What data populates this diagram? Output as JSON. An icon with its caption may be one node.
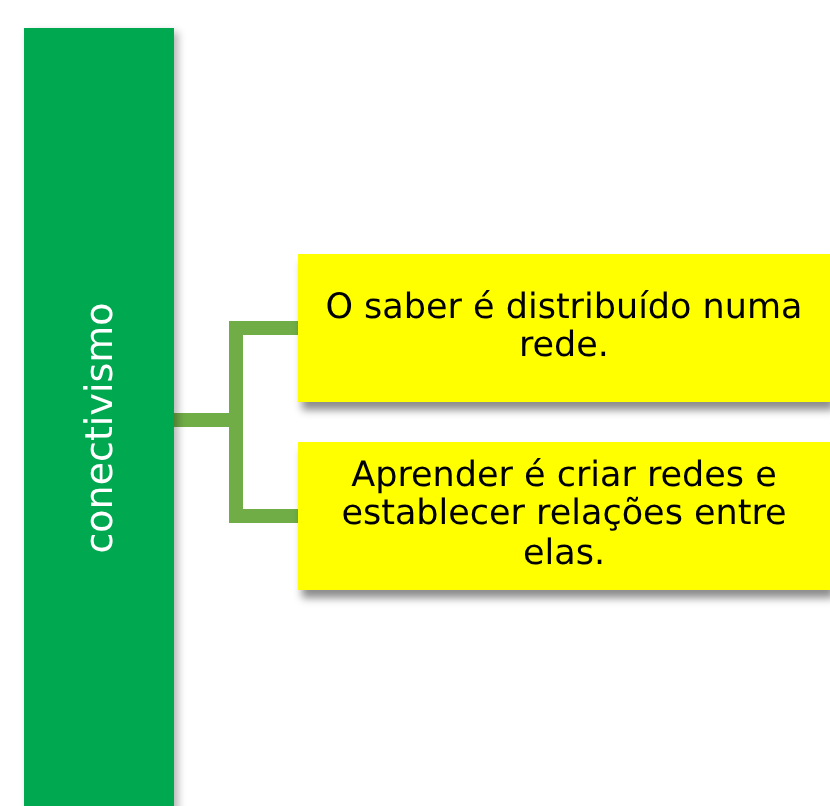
{
  "diagram": {
    "nodes": [
      {
        "text": [
          "conectivismo"
        ]
      },
      {
        "text": [
          "O saber é distribuído numa rede."
        ]
      },
      {
        "text": [
          "Aprender é criar redes e establecer relações entre elas."
        ]
      }
    ],
    "edges": [
      {
        "from": 0,
        "to": 1,
        "arrow": "none"
      },
      {
        "from": 0,
        "to": 2,
        "arrow": "none"
      }
    ]
  }
}
